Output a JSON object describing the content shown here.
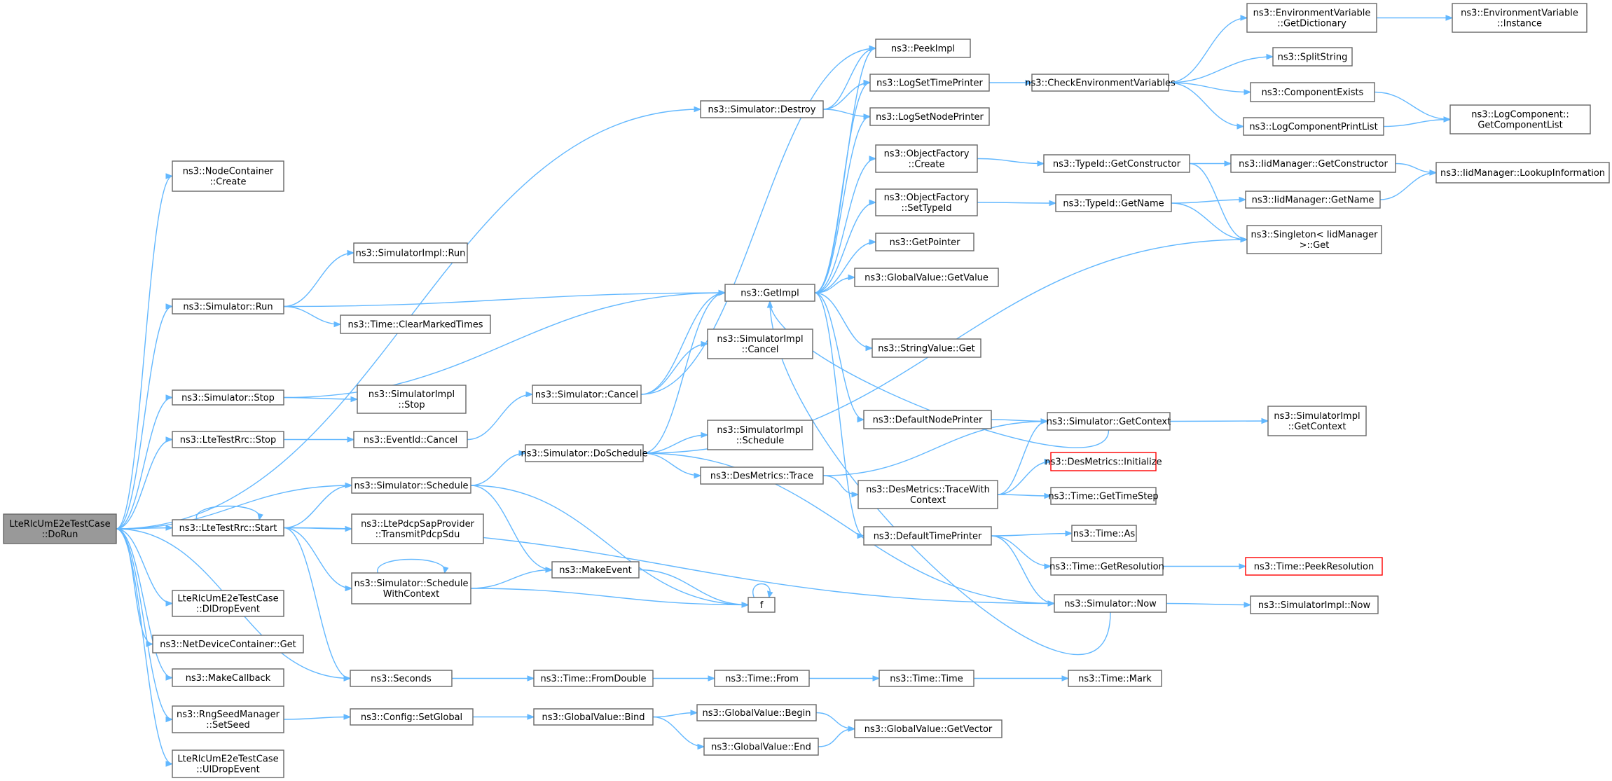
{
  "colors": {
    "edge": "#63b8ff",
    "node_border": "#666666",
    "root_fill": "#999999",
    "truncated_border": "#ff0000"
  },
  "nodes": {
    "root": [
      "LteRlcUmE2eTestCase",
      "::DoRun"
    ],
    "nc_create": [
      "ns3::NodeContainer",
      "::Create"
    ],
    "sim_run": [
      "ns3::Simulator::Run"
    ],
    "simimpl_run": [
      "ns3::SimulatorImpl::Run"
    ],
    "time_clear": [
      "ns3::Time::ClearMarkedTimes"
    ],
    "sim_stop": [
      "ns3::Simulator::Stop"
    ],
    "simimpl_stop": [
      "ns3::SimulatorImpl",
      "::Stop"
    ],
    "rrc_stop": [
      "ns3::LteTestRrc::Stop"
    ],
    "eventid_cancel": [
      "ns3::EventId::Cancel"
    ],
    "sim_schedule": [
      "ns3::Simulator::Schedule"
    ],
    "rrc_start": [
      "ns3::LteTestRrc::Start"
    ],
    "transmit_pdcp": [
      "ns3::LtePdcpSapProvider",
      "::TransmitPdcpSdu"
    ],
    "sched_ctx": [
      "ns3::Simulator::Schedule",
      "WithContext"
    ],
    "make_event": [
      "ns3::MakeEvent"
    ],
    "dl_drop": [
      "LteRlcUmE2eTestCase",
      "::DlDropEvent"
    ],
    "ndc_get": [
      "ns3::NetDeviceContainer::Get"
    ],
    "make_cb": [
      "ns3::MakeCallback"
    ],
    "rng_seed": [
      "ns3::RngSeedManager",
      "::SetSeed"
    ],
    "ul_drop": [
      "LteRlcUmE2eTestCase",
      "::UlDropEvent"
    ],
    "sim_destroy": [
      "ns3::Simulator::Destroy"
    ],
    "sim_cancel": [
      "ns3::Simulator::Cancel"
    ],
    "simimpl_cancel": [
      "ns3::SimulatorImpl",
      "::Cancel"
    ],
    "sim_dosched": [
      "ns3::Simulator::DoSchedule"
    ],
    "simimpl_sched": [
      "ns3::SimulatorImpl",
      "::Schedule"
    ],
    "des_trace": [
      "ns3::DesMetrics::Trace"
    ],
    "f": [
      "f"
    ],
    "seconds": [
      "ns3::Seconds"
    ],
    "fromdouble": [
      "ns3::Time::FromDouble"
    ],
    "time_from": [
      "ns3::Time::From"
    ],
    "time_time": [
      "ns3::Time::Time"
    ],
    "time_mark": [
      "ns3::Time::Mark"
    ],
    "cfg_setglobal": [
      "ns3::Config::SetGlobal"
    ],
    "gv_bind": [
      "ns3::GlobalValue::Bind"
    ],
    "gv_begin": [
      "ns3::GlobalValue::Begin"
    ],
    "gv_end": [
      "ns3::GlobalValue::End"
    ],
    "gv_getvector": [
      "ns3::GlobalValue::GetVector"
    ],
    "peekimpl": [
      "ns3::PeekImpl"
    ],
    "log_time": [
      "ns3::LogSetTimePrinter"
    ],
    "log_node": [
      "ns3::LogSetNodePrinter"
    ],
    "of_create": [
      "ns3::ObjectFactory",
      "::Create"
    ],
    "of_settype": [
      "ns3::ObjectFactory",
      "::SetTypeId"
    ],
    "getpointer": [
      "ns3::GetPointer"
    ],
    "gv_getvalue": [
      "ns3::GlobalValue::GetValue"
    ],
    "getimpl": [
      "ns3::GetImpl"
    ],
    "strval_get": [
      "ns3::StringValue::Get"
    ],
    "def_node": [
      "ns3::DefaultNodePrinter"
    ],
    "trace_ctx": [
      "ns3::DesMetrics::TraceWith",
      "Context"
    ],
    "def_time": [
      "ns3::DefaultTimePrinter"
    ],
    "sim_now": [
      "ns3::Simulator::Now"
    ],
    "check_env": [
      "ns3::CheckEnvironmentVariables"
    ],
    "tid_getctor": [
      "ns3::TypeId::GetConstructor"
    ],
    "tid_getname": [
      "ns3::TypeId::GetName"
    ],
    "sim_getctx": [
      "ns3::Simulator::GetContext"
    ],
    "des_init": [
      "ns3::DesMetrics::Initialize"
    ],
    "time_getstep": [
      "ns3::Time::GetTimeStep"
    ],
    "time_as": [
      "ns3::Time::As"
    ],
    "time_getres": [
      "ns3::Time::GetResolution"
    ],
    "env_getdict": [
      "ns3::EnvironmentVariable",
      "::GetDictionary"
    ],
    "split": [
      "ns3::SplitString"
    ],
    "comp_exists": [
      "ns3::ComponentExists"
    ],
    "log_printlist": [
      "ns3::LogComponentPrintList"
    ],
    "iid_getctor": [
      "ns3::IidManager::GetConstructor"
    ],
    "iid_getname": [
      "ns3::IidManager::GetName"
    ],
    "singleton": [
      "ns3::Singleton< IidManager",
      ">::Get"
    ],
    "simimpl_getctx": [
      "ns3::SimulatorImpl",
      "::GetContext"
    ],
    "peek_res": [
      "ns3::Time::PeekResolution"
    ],
    "simimpl_now": [
      "ns3::SimulatorImpl::Now"
    ],
    "env_instance": [
      "ns3::EnvironmentVariable",
      "::Instance"
    ],
    "logcomp_list": [
      "ns3::LogComponent::",
      "GetComponentList"
    ],
    "iid_lookup": [
      "ns3::IidManager::LookupInformation"
    ]
  }
}
